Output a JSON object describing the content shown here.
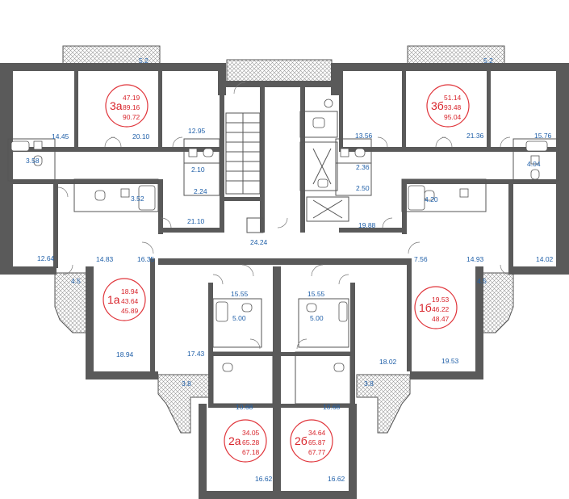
{
  "apartments": [
    {
      "id": "3a",
      "name": "3а",
      "stats": [
        "47.19",
        "89.16",
        "90.72"
      ]
    },
    {
      "id": "3b",
      "name": "3б",
      "stats": [
        "51.14",
        "93.48",
        "95.04"
      ]
    },
    {
      "id": "1a",
      "name": "1а",
      "stats": [
        "18.94",
        "43.64",
        "45.89"
      ]
    },
    {
      "id": "1b",
      "name": "1б",
      "stats": [
        "19.53",
        "46.22",
        "48.47"
      ]
    },
    {
      "id": "2a",
      "name": "2а",
      "stats": [
        "34.05",
        "65.28",
        "67.18"
      ]
    },
    {
      "id": "2b",
      "name": "2б",
      "stats": [
        "34.64",
        "65.87",
        "67.77"
      ]
    }
  ],
  "areas": [
    "5.2",
    "5.2",
    "14.45",
    "20.10",
    "12.95",
    "13.56",
    "21.36",
    "15.76",
    "3.58",
    "2.10",
    "2.36",
    "4.04",
    "2.24",
    "2.50",
    "3.52",
    "4.20",
    "21.10",
    "19.88",
    "24.24",
    "12.64",
    "14.83",
    "16.35",
    "7.56",
    "14.93",
    "14.02",
    "4.5",
    "4.5",
    "15.55",
    "15.55",
    "5.00",
    "5.00",
    "18.94",
    "17.43",
    "18.02",
    "19.53",
    "3.8",
    "3.8",
    "10.68",
    "10.68",
    "16.62",
    "16.62"
  ]
}
